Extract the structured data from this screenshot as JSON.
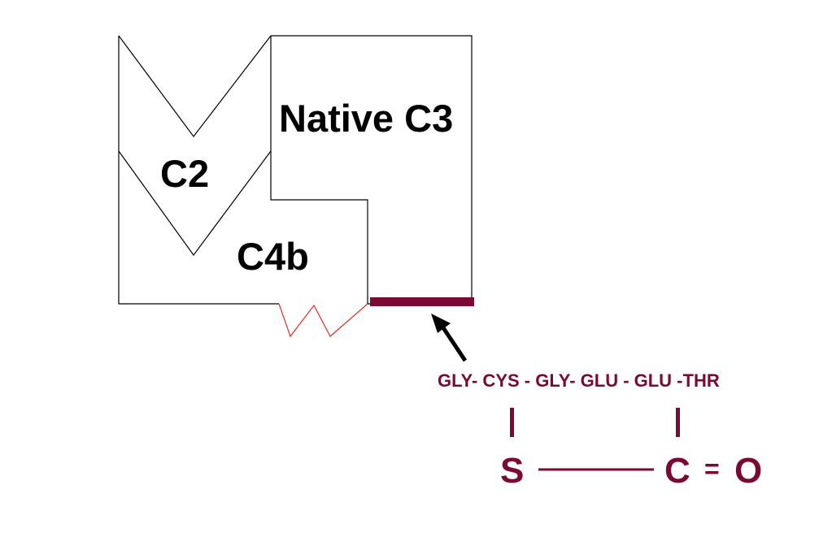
{
  "labels": {
    "native_c3": "Native C3",
    "c2": "C2",
    "c4b": "C4b"
  },
  "sequence": {
    "peptide": "GLY- CYS - GLY- GLU - GLU -THR",
    "sulfur": "S",
    "carbon": "C",
    "equals": "=",
    "oxygen": "O"
  },
  "colors": {
    "accent": "#7a0a33",
    "outline": "#000000",
    "zigzag": "#e03020"
  }
}
